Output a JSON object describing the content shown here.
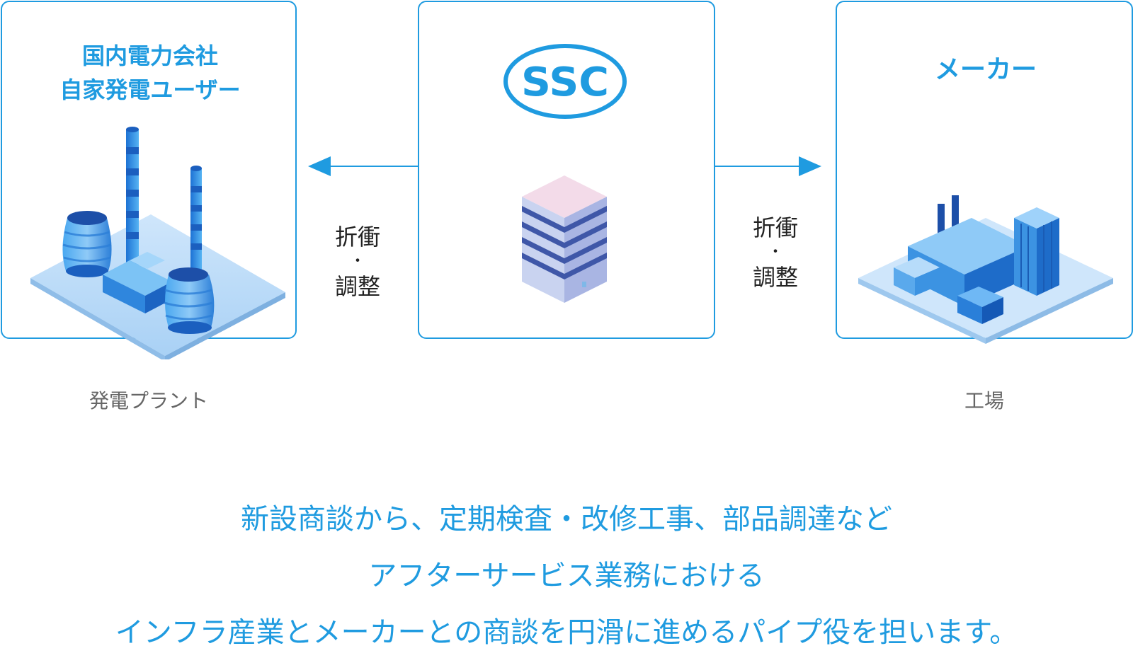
{
  "left": {
    "title_lines": [
      "国内電力会社",
      "自家発電ユーザー"
    ],
    "caption": "発電プラント"
  },
  "center": {
    "logo_text": "SSC"
  },
  "right": {
    "title": "メーカー",
    "caption": "工場"
  },
  "arrow_labels": {
    "left": {
      "top": "折衝",
      "dot": "・",
      "bottom": "調整"
    },
    "right": {
      "top": "折衝",
      "dot": "・",
      "bottom": "調整"
    }
  },
  "bottom_text": [
    "新設商談から、定期検査・改修工事、部品調達など",
    "アフターサービス業務における",
    "インフラ産業とメーカーとの商談を円滑に進めるパイプ役を担います。"
  ],
  "colors": {
    "accent": "#1f9be0",
    "caption": "#666666",
    "text": "#222222"
  },
  "icons": [
    "power-plant-illustration",
    "office-building-illustration",
    "factory-illustration",
    "arrow-left-icon",
    "arrow-right-icon"
  ]
}
